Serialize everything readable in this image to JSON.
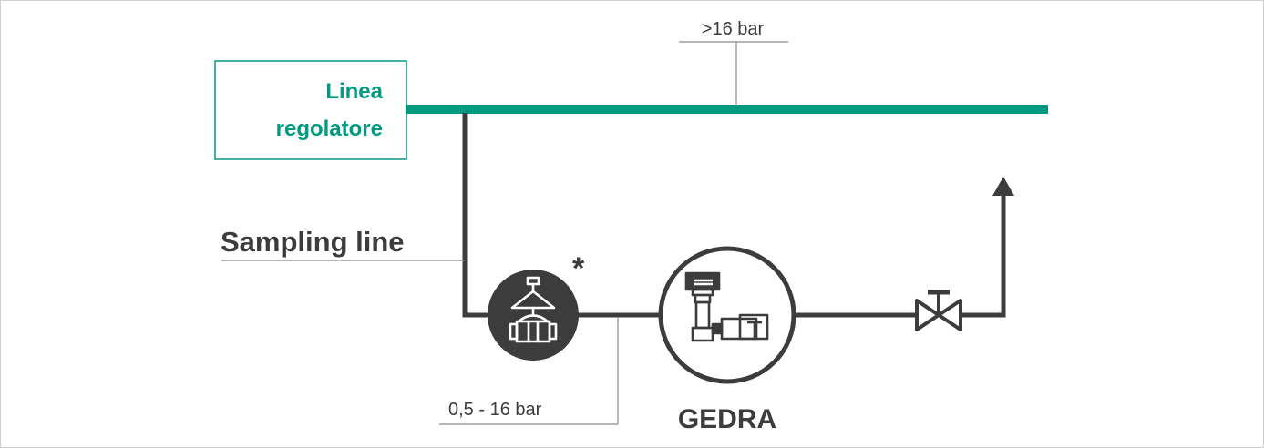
{
  "diagram": {
    "colors": {
      "line_green": "#009a82",
      "pipe_dark": "#3c3c3c",
      "leader_gray": "#8a8a8a",
      "text_dark": "#3c3c3c"
    },
    "labels": {
      "regulator_line": [
        "Linea",
        "regolatore"
      ],
      "high_pressure": ">16 bar",
      "sampling_line": "Sampling line",
      "reducer_asterisk": "*",
      "low_pressure": "0,5 - 16 bar",
      "analyzer": "GEDRA"
    },
    "icons": {
      "pressure_reducer": "pressure-regulator-icon",
      "analyzer": "gedra-analyzer-icon",
      "valve": "gate-valve-icon",
      "outlet": "arrow-up-icon"
    }
  }
}
